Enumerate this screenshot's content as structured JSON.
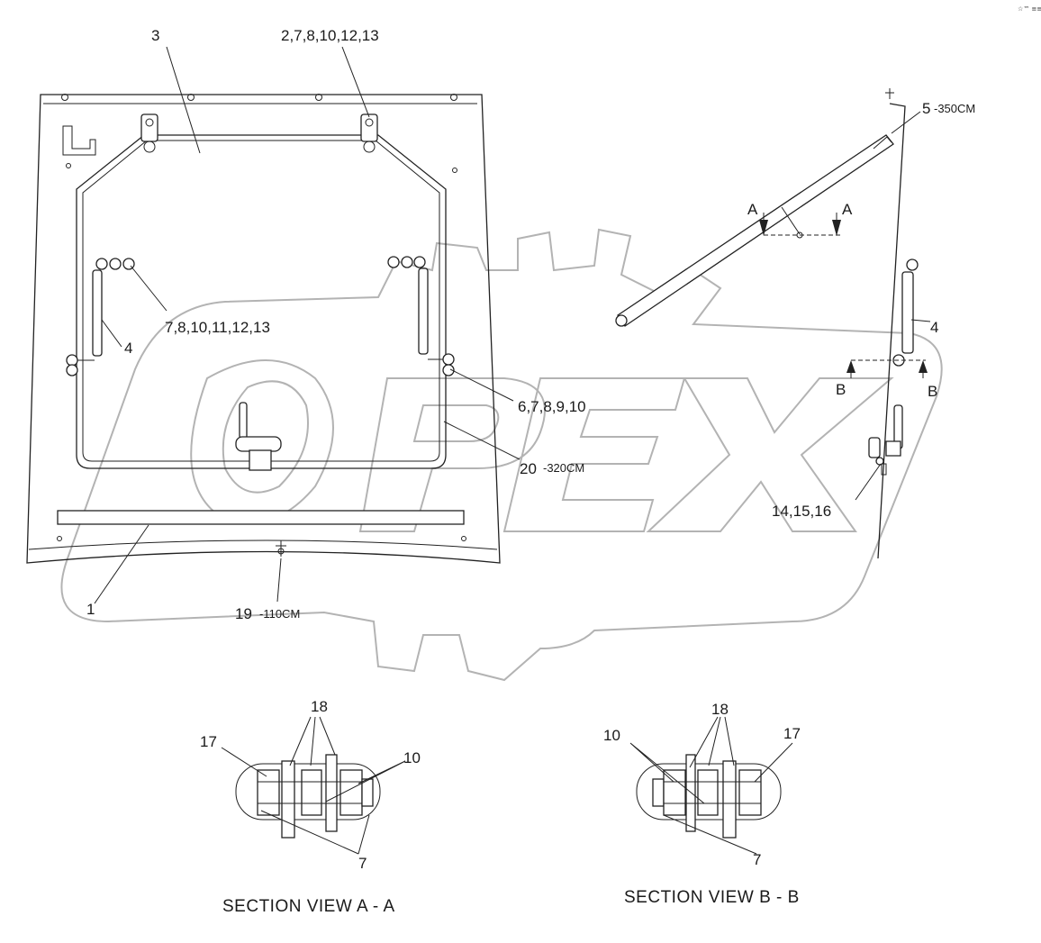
{
  "watermark": {
    "text": "OPEX",
    "color": "#b3b3b3"
  },
  "corner_mark": "☆™ ≡≡≡",
  "callouts": {
    "c3": "3",
    "c_top": "2,7,8,10,12,13",
    "c5": "5",
    "c5_suffix": "-350CM",
    "c_left_group": "7,8,10,11,12,13",
    "c4_left": "4",
    "c4_right": "4",
    "c6": "6,7,8,9,10",
    "c20": "20",
    "c20_suffix": "-320CM",
    "c14": "14,15,16",
    "c1": "1",
    "c19": "19",
    "c19_suffix": "-110CM",
    "sec_a_top_left": "A",
    "sec_a_top_right": "A",
    "sec_b_left": "B",
    "sec_b_right": "B"
  },
  "section_aa": {
    "title": "SECTION VIEW  A - A",
    "c17": "17",
    "c18": "18",
    "c10": "10",
    "c7": "7"
  },
  "section_bb": {
    "title": "SECTION VIEW  B - B",
    "c17": "17",
    "c18": "18",
    "c10": "10",
    "c7": "7"
  }
}
